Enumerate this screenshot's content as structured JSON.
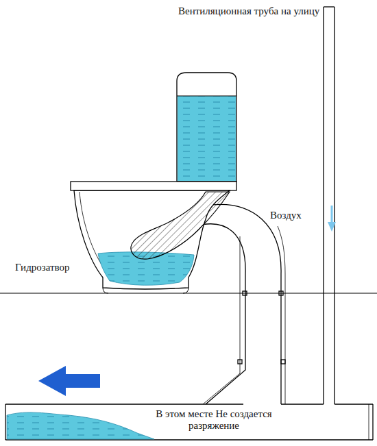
{
  "diagram": {
    "labels": [
      "Вентиляционная труба на улицу",
      "Воздух",
      "Гидрозатвор",
      "В этом месте Не создается разряжение"
    ]
  }
}
